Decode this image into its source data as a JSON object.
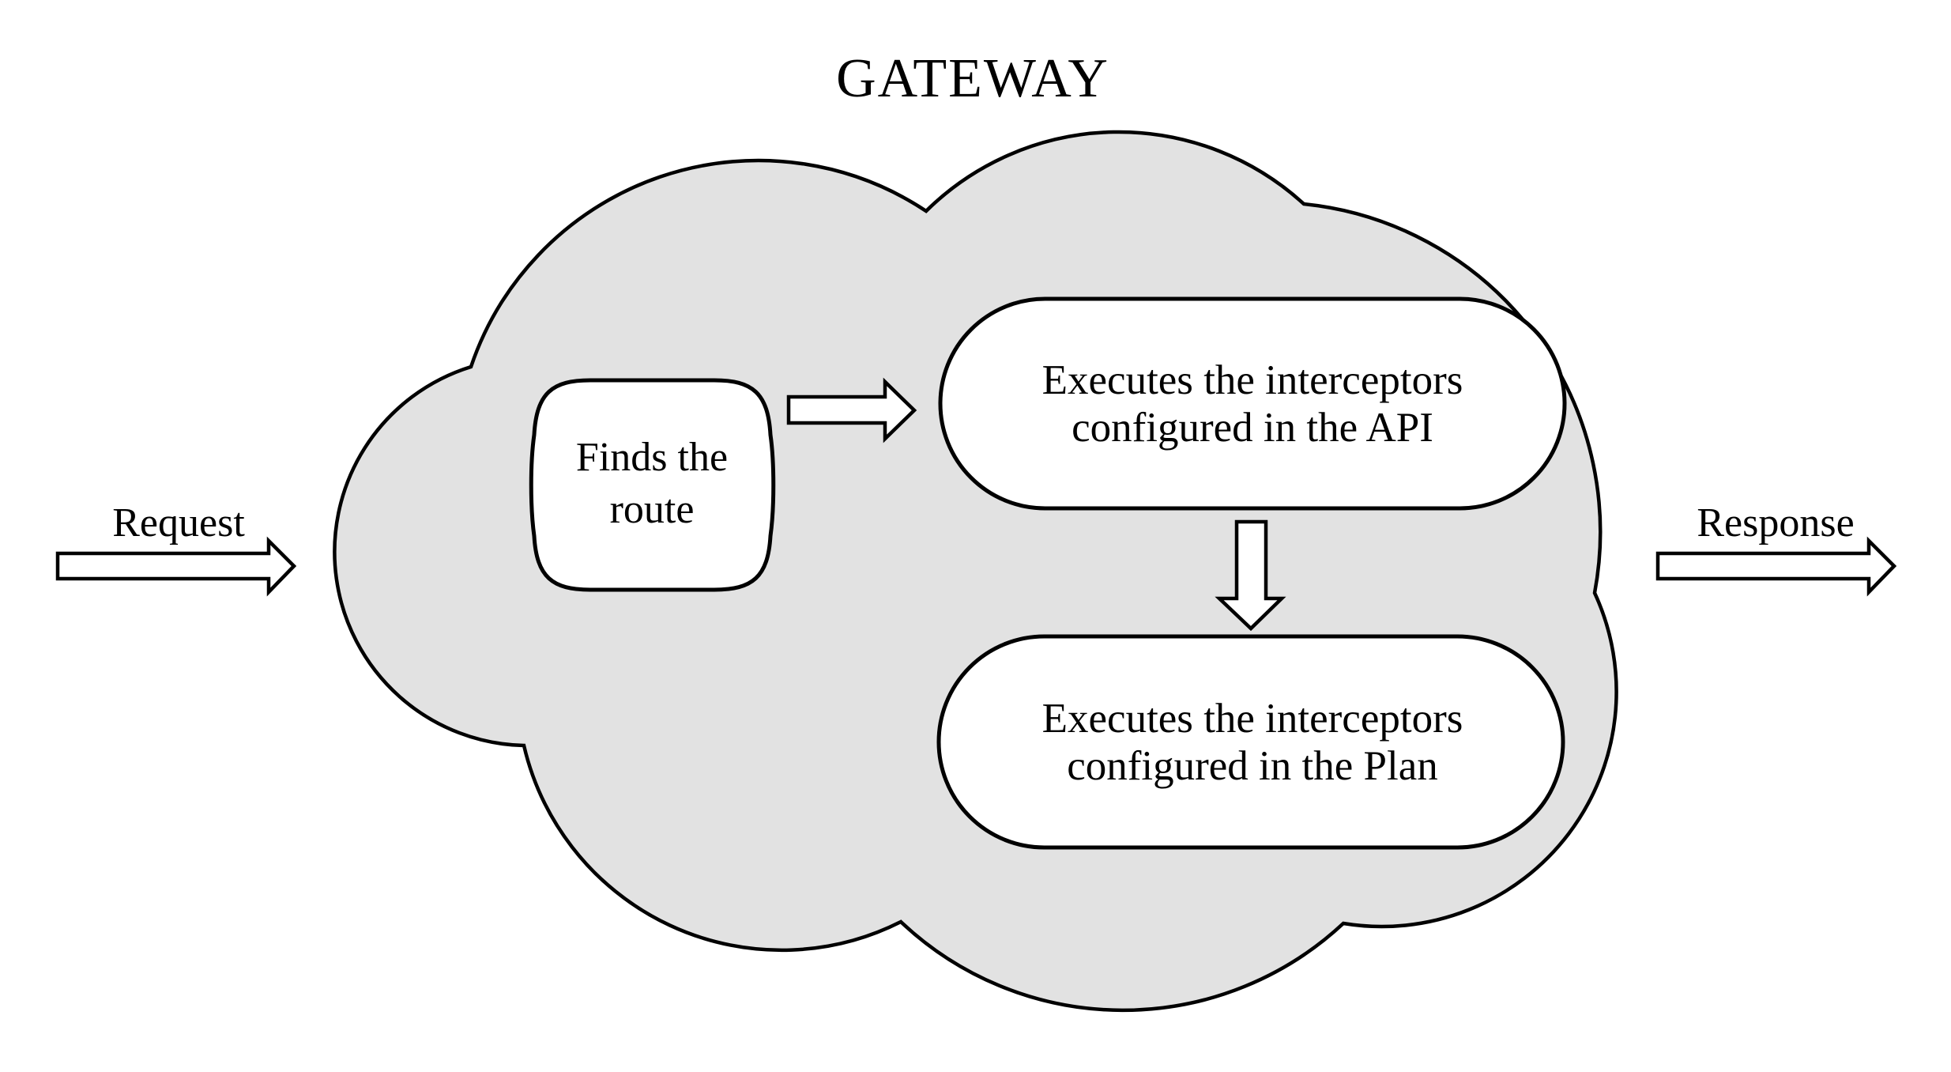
{
  "title": "GATEWAY",
  "flow": {
    "request_label": "Request",
    "response_label": "Response"
  },
  "nodes": {
    "finds_route": {
      "line1": "Finds the",
      "line2": "route"
    },
    "api_interceptors": {
      "line1": "Executes the interceptors",
      "line2": "configured in the API"
    },
    "plan_interceptors": {
      "line1": "Executes the interceptors",
      "line2": "configured in the Plan"
    }
  },
  "colors": {
    "cloud_fill": "#e2e2e2",
    "node_fill": "#ffffff",
    "arrow_fill": "#ffffff",
    "stroke": "#000000",
    "background": "#ffffff"
  }
}
